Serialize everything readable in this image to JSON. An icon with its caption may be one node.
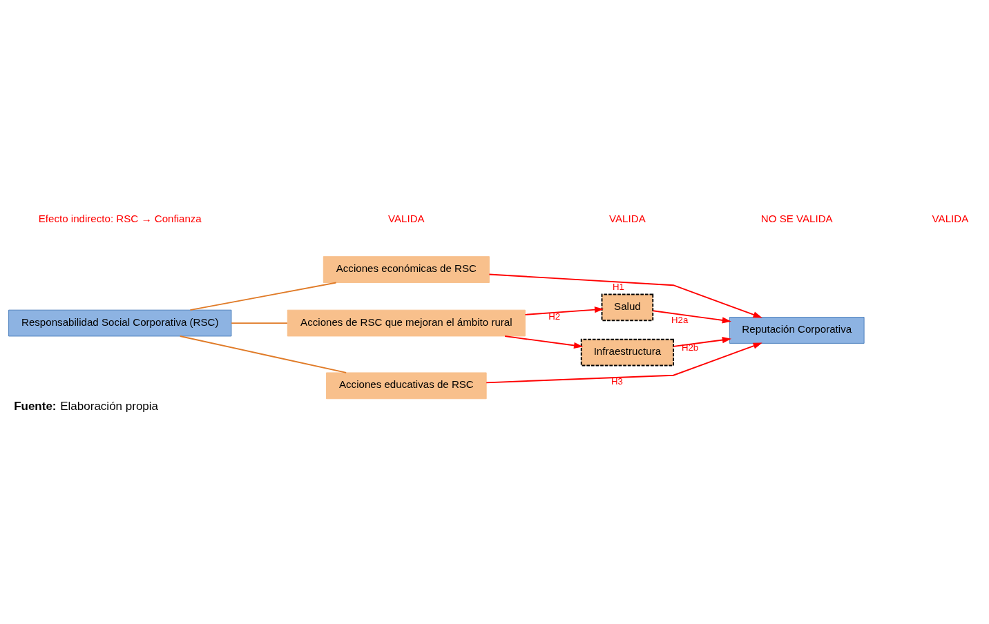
{
  "diagram": {
    "caption": "**Fuente:** Elaboración propia",
    "nodes": [
      {
        "text": [
          "Responsabilidad Social Corporativa (RSC)"
        ]
      },
      {
        "text": [
          "Acciones económicas de RSC"
        ]
      },
      {
        "text": [
          "Acciones de RSC que mejoran el ámbito rural"
        ]
      },
      {
        "text": [
          "Acciones educativas de RSC"
        ]
      },
      {
        "text": [
          "Salud"
        ]
      },
      {
        "text": [
          "Infraestructura"
        ]
      },
      {
        "text": [
          "Reputación Corporativa"
        ]
      }
    ],
    "edges": [
      {
        "from": 0,
        "to": 1,
        "arrow": "none",
        "color": "#e07b28"
      },
      {
        "from": 0,
        "to": 2,
        "arrow": "none",
        "color": "#e07b28"
      },
      {
        "from": 0,
        "to": 3,
        "arrow": "none",
        "color": "#e07b28"
      },
      {
        "from": 1,
        "to": 6,
        "arrow": "to",
        "label": "H1"
      },
      {
        "from": 2,
        "to": 4,
        "arrow": "to",
        "label": "H2"
      },
      {
        "from": 2,
        "to": 5,
        "arrow": "to"
      },
      {
        "from": 4,
        "to": 6,
        "arrow": "to",
        "label": "H2a"
      },
      {
        "from": 5,
        "to": 6,
        "arrow": "to",
        "label": "H2b"
      },
      {
        "from": 3,
        "to": 6,
        "arrow": "to",
        "label": "H3"
      }
    ],
    "labels": [
      "Efecto indirecto: RSC → Confianza",
      "VALIDA",
      "VALIDA",
      "NO SE VALIDA",
      "VALIDA"
    ]
  }
}
